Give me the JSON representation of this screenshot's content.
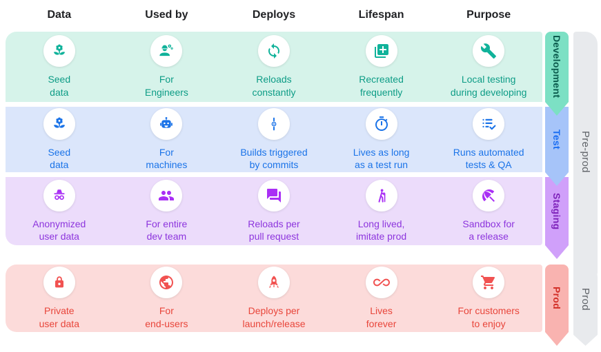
{
  "header": {
    "columns": [
      "Data",
      "Used by",
      "Deploys",
      "Lifespan",
      "Purpose"
    ]
  },
  "rows": [
    {
      "name": "Development",
      "colors": {
        "bg": "#d6f3ea",
        "icon": "#10b29a",
        "text": "#0d9c86",
        "ribbon": "#7ce0c4",
        "ribbon_text": "#0b5c4e"
      },
      "cells": [
        {
          "icon": "seed-icon",
          "lines": [
            "Seed",
            "data"
          ]
        },
        {
          "icon": "engineer-icon",
          "lines": [
            "For",
            "Engineers"
          ]
        },
        {
          "icon": "sync-icon",
          "lines": [
            "Reloads",
            "constantly"
          ]
        },
        {
          "icon": "library-add-icon",
          "lines": [
            "Recreated",
            "frequently"
          ]
        },
        {
          "icon": "wrench-icon",
          "lines": [
            "Local testing",
            "during developing"
          ]
        }
      ]
    },
    {
      "name": "Test",
      "colors": {
        "bg": "#dbe6fb",
        "icon": "#1a73e8",
        "text": "#1a73e8",
        "ribbon": "#a6c4f9",
        "ribbon_text": "#1b6ef3"
      },
      "cells": [
        {
          "icon": "seed-icon",
          "lines": [
            "Seed",
            "data"
          ]
        },
        {
          "icon": "robot-icon",
          "lines": [
            "For",
            "machines"
          ]
        },
        {
          "icon": "commit-icon",
          "lines": [
            "Builds triggered",
            "by commits"
          ]
        },
        {
          "icon": "timer-icon",
          "lines": [
            "Lives as long",
            "as a test run"
          ]
        },
        {
          "icon": "checklist-icon",
          "lines": [
            "Runs automated",
            "tests & QA"
          ]
        }
      ]
    },
    {
      "name": "Staging",
      "colors": {
        "bg": "#ecdcfb",
        "icon": "#a92ff5",
        "text": "#8d35dd",
        "ribbon": "#d0a0fa",
        "ribbon_text": "#7e22ba"
      },
      "cells": [
        {
          "icon": "incognito-icon",
          "lines": [
            "Anonymized",
            "user data"
          ]
        },
        {
          "icon": "group-icon",
          "lines": [
            "For entire",
            "dev team"
          ]
        },
        {
          "icon": "forum-icon",
          "lines": [
            "Reloads per",
            "pull request"
          ]
        },
        {
          "icon": "hiking-icon",
          "lines": [
            "Long lived,",
            "imitate prod"
          ]
        },
        {
          "icon": "beach-umbrella-icon",
          "lines": [
            "Sandbox for",
            "a release"
          ]
        }
      ]
    },
    {
      "name": "Prod",
      "colors": {
        "bg": "#fcdbda",
        "icon": "#f15251",
        "text": "#e8453a",
        "ribbon": "#f9b3b0",
        "ribbon_text": "#d22f27"
      },
      "cells": [
        {
          "icon": "lock-icon",
          "lines": [
            "Private",
            "user data"
          ]
        },
        {
          "icon": "globe-icon",
          "lines": [
            "For",
            "end-users"
          ]
        },
        {
          "icon": "rocket-icon",
          "lines": [
            "Deploys per",
            "launch/release"
          ]
        },
        {
          "icon": "infinity-icon",
          "lines": [
            "Lives",
            "forever"
          ]
        },
        {
          "icon": "cart-icon",
          "lines": [
            "For customers",
            "to enjoy"
          ]
        }
      ]
    }
  ],
  "side_groups": [
    {
      "name": "Pre-prod",
      "colors": {
        "bg": "#e8eaed",
        "text": "#5f6368"
      }
    },
    {
      "name": "Prod",
      "colors": {
        "bg": "#e8eaed",
        "text": "#5f6368"
      }
    }
  ]
}
